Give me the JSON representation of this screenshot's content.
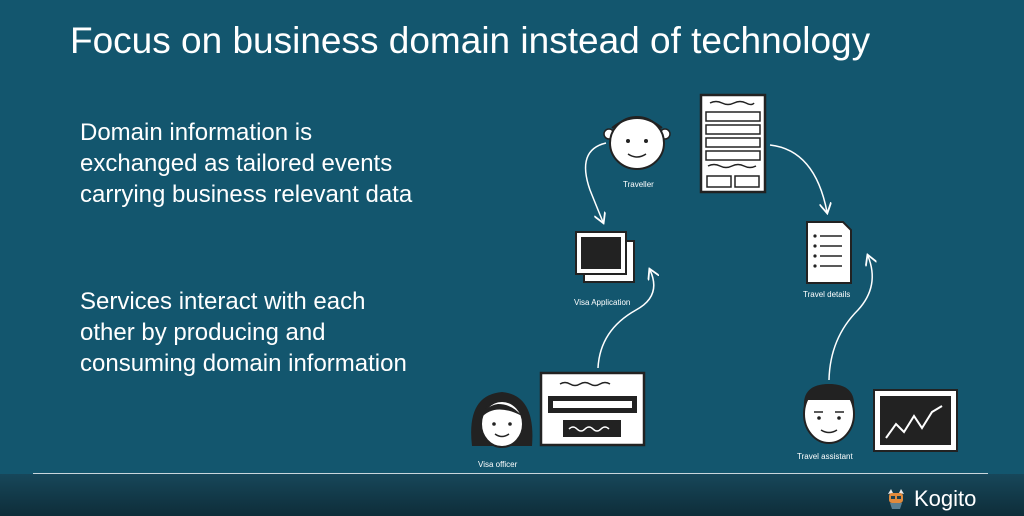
{
  "slide": {
    "title": "Focus on business domain instead of technology",
    "paragraph1": [
      "Domain information is",
      "exchanged as tailored events",
      "carrying business relevant data"
    ],
    "paragraph2": [
      "Services interact with each",
      "other by producing and",
      "consuming domain information"
    ]
  },
  "diagram": {
    "traveller": "Traveller",
    "visa_application": "Visa Application",
    "travel_details": "Travel details",
    "visa_officer": "Visa officer",
    "travel_assistant": "Travel assistant"
  },
  "footer": {
    "brand": "Kogito"
  },
  "colors": {
    "background": "#13566e",
    "text": "#ffffff",
    "sketch_dark": "#222222"
  }
}
